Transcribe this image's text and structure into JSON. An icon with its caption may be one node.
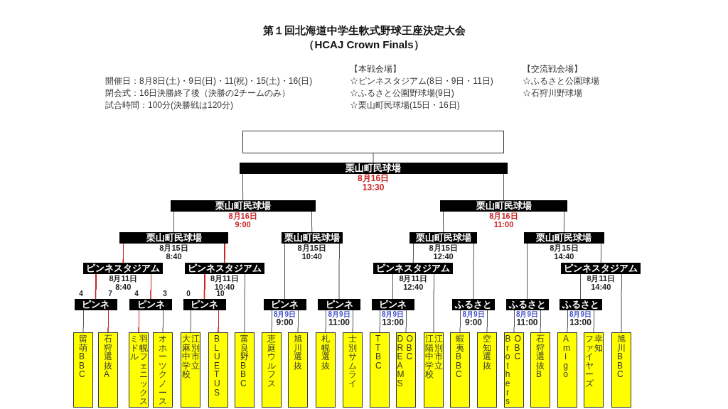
{
  "diagram": {
    "title": "第１回北海道中学生軟式野球王座決定大会",
    "nodes": [
      {
        "text": [],
        "shape": "box"
      },
      {
        "text": [
          "栗山町民球場",
          "8月16日",
          "13:30"
        ]
      },
      {
        "text": [
          "栗山町民球場",
          "8月16日",
          "9:00"
        ]
      },
      {
        "text": [
          "栗山町民球場",
          "8月16日",
          "11:00"
        ]
      },
      {
        "text": [
          "栗山町民球場",
          "8月15日",
          "8:40"
        ]
      },
      {
        "text": [
          "栗山町民球場",
          "8月15日",
          "10:40"
        ]
      },
      {
        "text": [
          "栗山町民球場",
          "8月15日",
          "12:40"
        ]
      },
      {
        "text": [
          "栗山町民球場",
          "8月15日",
          "14:40"
        ]
      },
      {
        "text": [
          "ピンネスタジアム",
          "8月11日",
          "8:40"
        ]
      },
      {
        "text": [
          "ピンネスタジアム",
          "8月11日",
          "10:40"
        ]
      },
      {
        "text": [
          "ピンネスタジアム",
          "8月11日",
          "12:40"
        ]
      },
      {
        "text": [
          "ピンネスタジアム",
          "8月11日",
          "14:40"
        ]
      },
      {
        "text": [
          "ピンネ"
        ],
        "beside": [
          "4",
          "7"
        ]
      },
      {
        "text": [
          "ピンネ"
        ],
        "beside": [
          "4",
          "3"
        ]
      },
      {
        "text": [
          "ピンネ"
        ],
        "beside": [
          "0",
          "10"
        ]
      },
      {
        "text": [
          "ピンネ",
          "8月9日",
          "9:00"
        ]
      },
      {
        "text": [
          "ピンネ",
          "8月9日",
          "11:00"
        ]
      },
      {
        "text": [
          "ピンネ",
          "8月9日",
          "13:00"
        ]
      },
      {
        "text": [
          "ふるさと",
          "8月9日",
          "9:00"
        ]
      },
      {
        "text": [
          "ふるさと",
          "8月9日",
          "11:00"
        ]
      },
      {
        "text": [
          "ふるさと",
          "8月9日",
          "13:00"
        ]
      },
      {
        "text": [
          "留萌BBC"
        ]
      },
      {
        "text": [
          "石狩選抜A"
        ]
      },
      {
        "text": [
          "ミドル",
          "羽幌フェニックス"
        ]
      },
      {
        "text": [
          "オホーツクノース"
        ]
      },
      {
        "text": [
          "大麻中学校",
          "江別市立"
        ]
      },
      {
        "text": [
          "BLUETUS"
        ]
      },
      {
        "text": [
          "富良野BBC"
        ]
      },
      {
        "text": [
          "恵庭ウルフス"
        ]
      },
      {
        "text": [
          "旭川選抜"
        ]
      },
      {
        "text": [
          "札幌選抜"
        ]
      },
      {
        "text": [
          "士別サムライ"
        ]
      },
      {
        "text": [
          "TTBC"
        ]
      },
      {
        "text": [
          "DREAMS",
          "OBC"
        ]
      },
      {
        "text": [
          "江陽中学校",
          "江別市立"
        ]
      },
      {
        "text": [
          "蝦夷BBC"
        ]
      },
      {
        "text": [
          "空知選抜"
        ]
      },
      {
        "text": [
          "Brothers",
          "OBC"
        ]
      },
      {
        "text": [
          "石狩選抜B"
        ]
      },
      {
        "text": [
          "Amigo"
        ]
      },
      {
        "text": [
          "ファイヤーズ",
          "幸知"
        ]
      },
      {
        "text": [
          "旭川BBC"
        ]
      }
    ],
    "edges": [
      {
        "from": 1,
        "to": 0,
        "arrow": "none"
      },
      {
        "from": 2,
        "to": 1,
        "arrow": "none"
      },
      {
        "from": 3,
        "to": 1,
        "arrow": "none"
      },
      {
        "from": 4,
        "to": 2,
        "arrow": "none"
      },
      {
        "from": 5,
        "to": 2,
        "arrow": "none"
      },
      {
        "from": 6,
        "to": 3,
        "arrow": "none"
      },
      {
        "from": 7,
        "to": 3,
        "arrow": "none"
      },
      {
        "from": 8,
        "to": 4,
        "arrow": "none",
        "color": "#cc2222"
      },
      {
        "from": 9,
        "to": 4,
        "arrow": "none",
        "color": "#cc2222"
      },
      {
        "from": 15,
        "to": 5,
        "arrow": "none"
      },
      {
        "from": 16,
        "to": 5,
        "arrow": "none"
      },
      {
        "from": 10,
        "to": 6,
        "arrow": "none"
      },
      {
        "from": 18,
        "to": 6,
        "arrow": "none"
      },
      {
        "from": 19,
        "to": 7,
        "arrow": "none"
      },
      {
        "from": 11,
        "to": 7,
        "arrow": "none"
      },
      {
        "from": 12,
        "to": 8,
        "arrow": "none",
        "color": "#cc2222"
      },
      {
        "from": 13,
        "to": 8,
        "arrow": "none",
        "color": "#cc2222"
      },
      {
        "from": 14,
        "to": 9,
        "arrow": "none",
        "color": "#cc2222"
      },
      {
        "from": 27,
        "to": 9,
        "arrow": "none"
      },
      {
        "from": 17,
        "to": 10,
        "arrow": "none"
      },
      {
        "from": 34,
        "to": 10,
        "arrow": "none"
      },
      {
        "from": 20,
        "to": 11,
        "arrow": "none"
      },
      {
        "from": 41,
        "to": 11,
        "arrow": "none"
      },
      {
        "from": 21,
        "to": 12,
        "arrow": "none"
      },
      {
        "from": 22,
        "to": 12,
        "arrow": "none",
        "color": "#cc2222"
      },
      {
        "from": 23,
        "to": 13,
        "arrow": "none",
        "color": "#cc2222"
      },
      {
        "from": 24,
        "to": 13,
        "arrow": "none"
      },
      {
        "from": 25,
        "to": 14,
        "arrow": "none"
      },
      {
        "from": 26,
        "to": 14,
        "arrow": "none",
        "color": "#cc2222"
      },
      {
        "from": 28,
        "to": 15,
        "arrow": "none"
      },
      {
        "from": 29,
        "to": 15,
        "arrow": "none"
      },
      {
        "from": 30,
        "to": 16,
        "arrow": "none"
      },
      {
        "from": 31,
        "to": 16,
        "arrow": "none"
      },
      {
        "from": 32,
        "to": 17,
        "arrow": "none"
      },
      {
        "from": 33,
        "to": 17,
        "arrow": "none"
      },
      {
        "from": 35,
        "to": 18,
        "arrow": "none"
      },
      {
        "from": 36,
        "to": 18,
        "arrow": "none"
      },
      {
        "from": 37,
        "to": 19,
        "arrow": "none"
      },
      {
        "from": 38,
        "to": 19,
        "arrow": "none"
      },
      {
        "from": 39,
        "to": 20,
        "arrow": "none"
      },
      {
        "from": 40,
        "to": 20,
        "arrow": "none"
      }
    ],
    "labels": [
      "（HCAJ Crown Finals）",
      "開催日：8月8日(土)・9日(日)・11(祝)・15(土)・16(日)",
      "閉会式：16日決勝終了後（決勝の2チームのみ）",
      "試合時間：100分(決勝戦は120分)",
      "【本戦会場】",
      "☆ピンネスタジアム(8日・9日・11日)",
      "☆ふるさと公園野球場(9日)",
      "☆栗山町民球場(15日・16日)",
      "【交流戦会場】",
      "☆ふるさと公園球場",
      "☆石狩川野球場"
    ]
  }
}
